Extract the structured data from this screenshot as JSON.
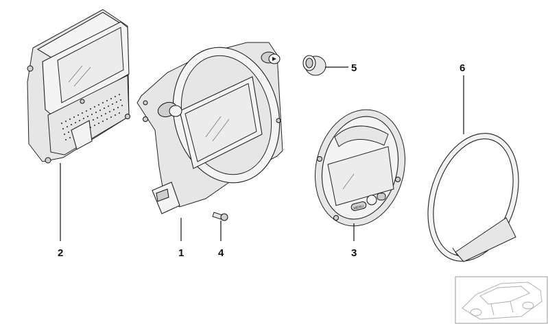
{
  "callouts": {
    "part_1": "1",
    "part_2": "2",
    "part_3": "3",
    "part_4": "4",
    "part_5": "5",
    "part_6": "6"
  },
  "bezel": {
    "menu_button": "MENU"
  }
}
